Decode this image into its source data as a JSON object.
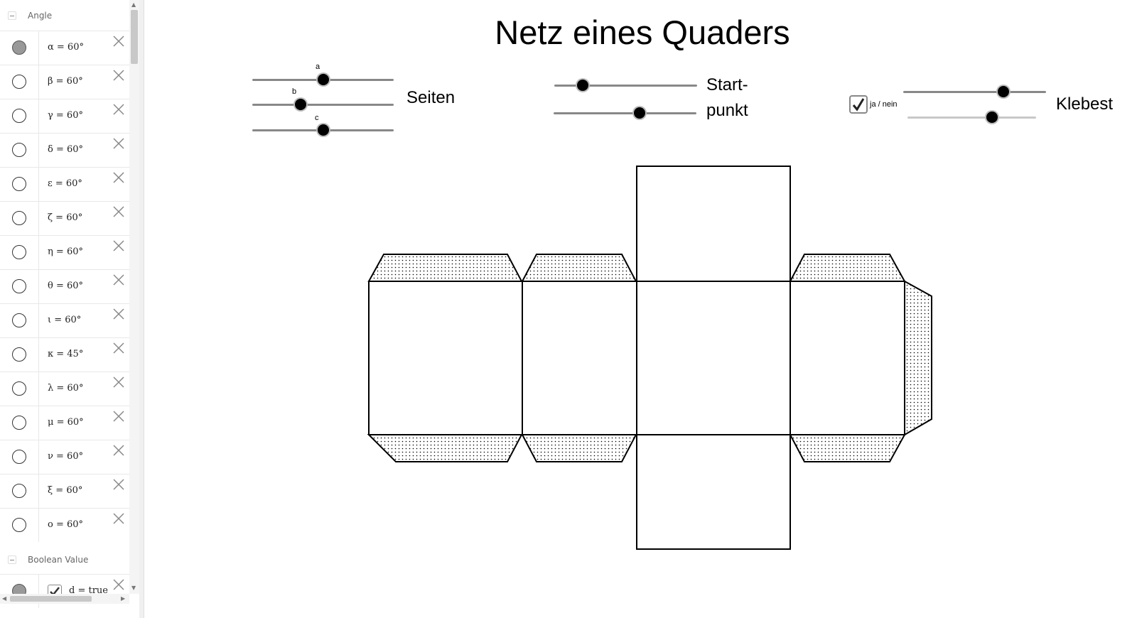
{
  "sidebar": {
    "angle_group_label": "Angle",
    "boolean_group_label": "Boolean Value",
    "angles": [
      {
        "expr": "α = 60°",
        "shown": true
      },
      {
        "expr": "β = 60°",
        "shown": false
      },
      {
        "expr": "γ = 60°",
        "shown": false
      },
      {
        "expr": "δ = 60°",
        "shown": false
      },
      {
        "expr": "ε = 60°",
        "shown": false
      },
      {
        "expr": "ζ = 60°",
        "shown": false
      },
      {
        "expr": "η = 60°",
        "shown": false
      },
      {
        "expr": "θ = 60°",
        "shown": false
      },
      {
        "expr": "ι = 60°",
        "shown": false
      },
      {
        "expr": "κ = 45°",
        "shown": false
      },
      {
        "expr": "λ = 60°",
        "shown": false
      },
      {
        "expr": "μ = 60°",
        "shown": false
      },
      {
        "expr": "ν = 60°",
        "shown": false
      },
      {
        "expr": "ξ = 60°",
        "shown": false
      },
      {
        "expr": "ο = 60°",
        "shown": false
      }
    ],
    "booleans": [
      {
        "expr": "d = true",
        "checked": true,
        "shown": true
      }
    ]
  },
  "graphics": {
    "title": "Netz eines Quaders",
    "sides_label": "Seiten",
    "start_label_line1": "Start-",
    "start_label_line2": "punkt",
    "glue_label": "Klebest",
    "checkbox_label": "ja / nein",
    "checkbox_checked": true,
    "sliders": {
      "a": {
        "name": "a",
        "fraction": 0.5
      },
      "b": {
        "name": "b",
        "fraction": 0.34
      },
      "c": {
        "name": "c",
        "fraction": 0.5
      },
      "start1": {
        "fraction": 0.2
      },
      "start2": {
        "fraction": 0.6
      },
      "glue1": {
        "fraction": 0.7
      },
      "glue2": {
        "fraction": 0.66
      }
    }
  },
  "colors": {
    "stroke": "#000000",
    "slider_track": "#888888",
    "marble_on": "#999999"
  }
}
